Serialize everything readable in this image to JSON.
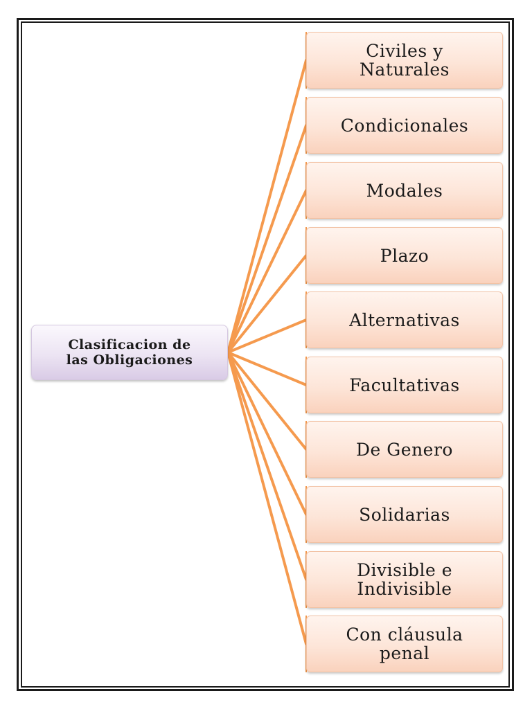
{
  "diagram": {
    "root": {
      "label": "Clasificacion de\nlas Obligaciones"
    },
    "children": [
      {
        "label": "Civiles y\nNaturales"
      },
      {
        "label": "Condicionales"
      },
      {
        "label": "Modales"
      },
      {
        "label": "Plazo"
      },
      {
        "label": "Alternativas"
      },
      {
        "label": "Facultativas"
      },
      {
        "label": "De Genero"
      },
      {
        "label": "Solidarias"
      },
      {
        "label": "Divisible e\nIndivisible"
      },
      {
        "label": "Con cláusula\npenal"
      }
    ],
    "colors": {
      "connector": "#f59a4e",
      "root_fill": "#ece4f3",
      "child_fill": "#fde5d8",
      "frame": "#1a1a1a"
    }
  }
}
